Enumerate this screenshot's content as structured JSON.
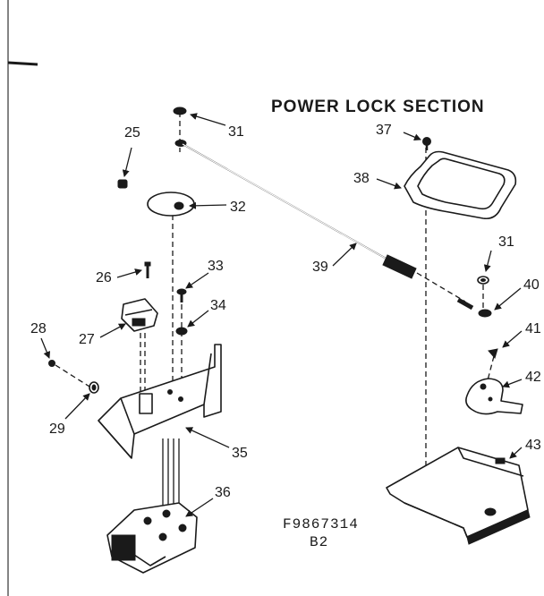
{
  "title": "POWER LOCK SECTION",
  "drawing_code": "F9867314",
  "revision": "B2",
  "parts": {
    "p25": "25",
    "p26": "26",
    "p27": "27",
    "p28": "28",
    "p29": "29",
    "p31a": "31",
    "p31b": "31",
    "p32": "32",
    "p33": "33",
    "p34": "34",
    "p35": "35",
    "p36": "36",
    "p37": "37",
    "p38": "38",
    "p39": "39",
    "p40": "40",
    "p41": "41",
    "p42": "42",
    "p43": "43"
  }
}
